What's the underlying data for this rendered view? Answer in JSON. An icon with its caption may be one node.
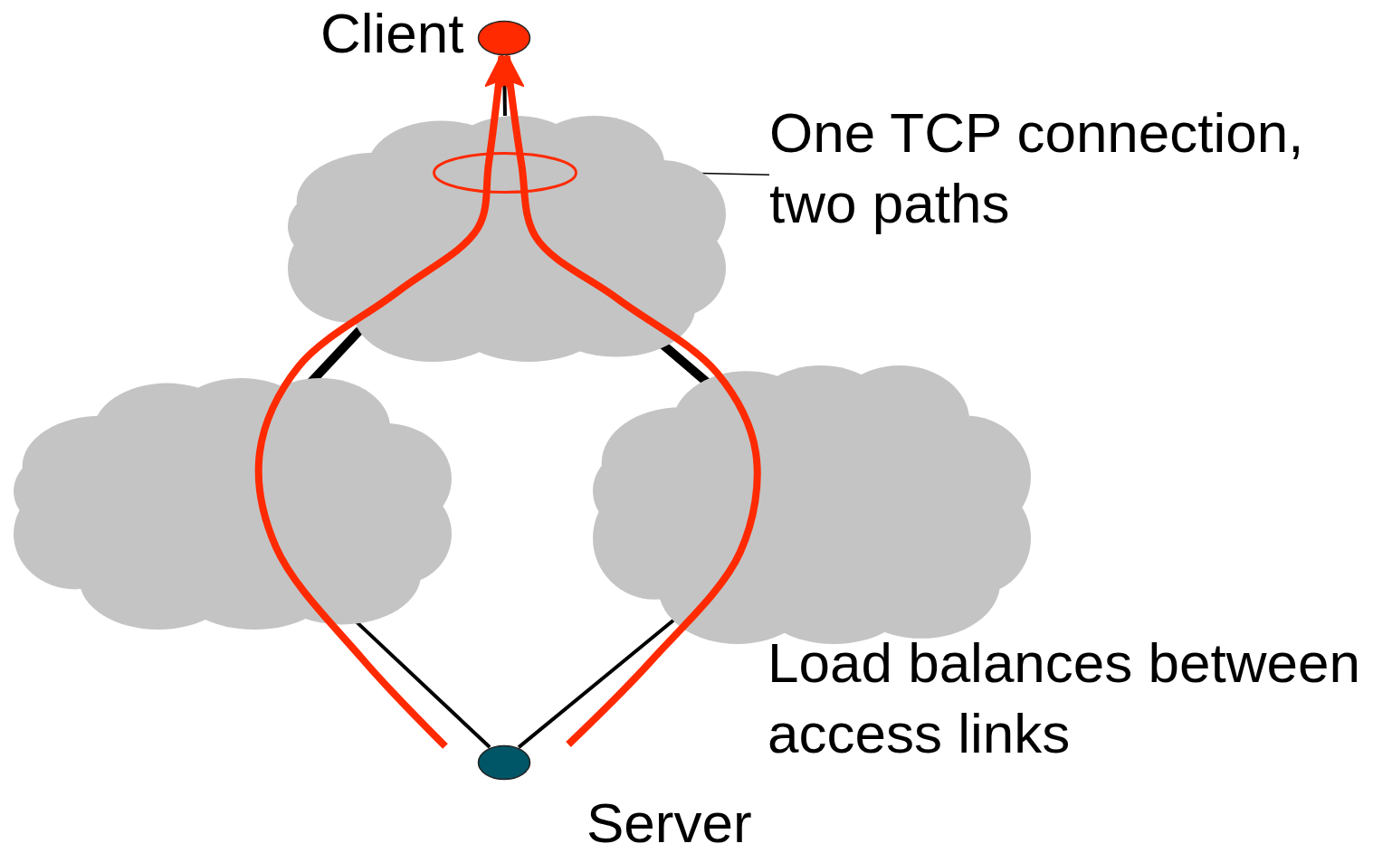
{
  "diagram": {
    "nodes": [
      {
        "text": [],
        "shape": "circle",
        "beside": [
          "Client"
        ]
      },
      {
        "text": [],
        "shape": "cloud"
      },
      {
        "text": [],
        "shape": "cloud"
      },
      {
        "text": [],
        "shape": "cloud"
      },
      {
        "text": [],
        "shape": "circle",
        "beside": [
          "Server"
        ]
      },
      {
        "text": [],
        "shape": "circle",
        "in": 1
      },
      {
        "text": [
          "One TCP connection, two paths"
        ]
      }
    ],
    "edges": [
      {
        "from": 0,
        "to": 1,
        "arrow": "none"
      },
      {
        "from": 1,
        "to": 2,
        "arrow": "none",
        "style": "thick"
      },
      {
        "from": 1,
        "to": 3,
        "arrow": "none",
        "style": "thick"
      },
      {
        "from": 2,
        "to": 4,
        "arrow": "none"
      },
      {
        "from": 3,
        "to": 4,
        "arrow": "none"
      },
      {
        "from": null,
        "to": 0,
        "arrow": "to",
        "style": "thick",
        "color": "#ff2a00"
      },
      {
        "from": null,
        "to": 0,
        "arrow": "to",
        "style": "thick",
        "color": "#ff2a00"
      },
      {
        "from": 6,
        "to": 5,
        "arrow": "none"
      }
    ],
    "labels": [
      "Load balances between access links"
    ]
  }
}
